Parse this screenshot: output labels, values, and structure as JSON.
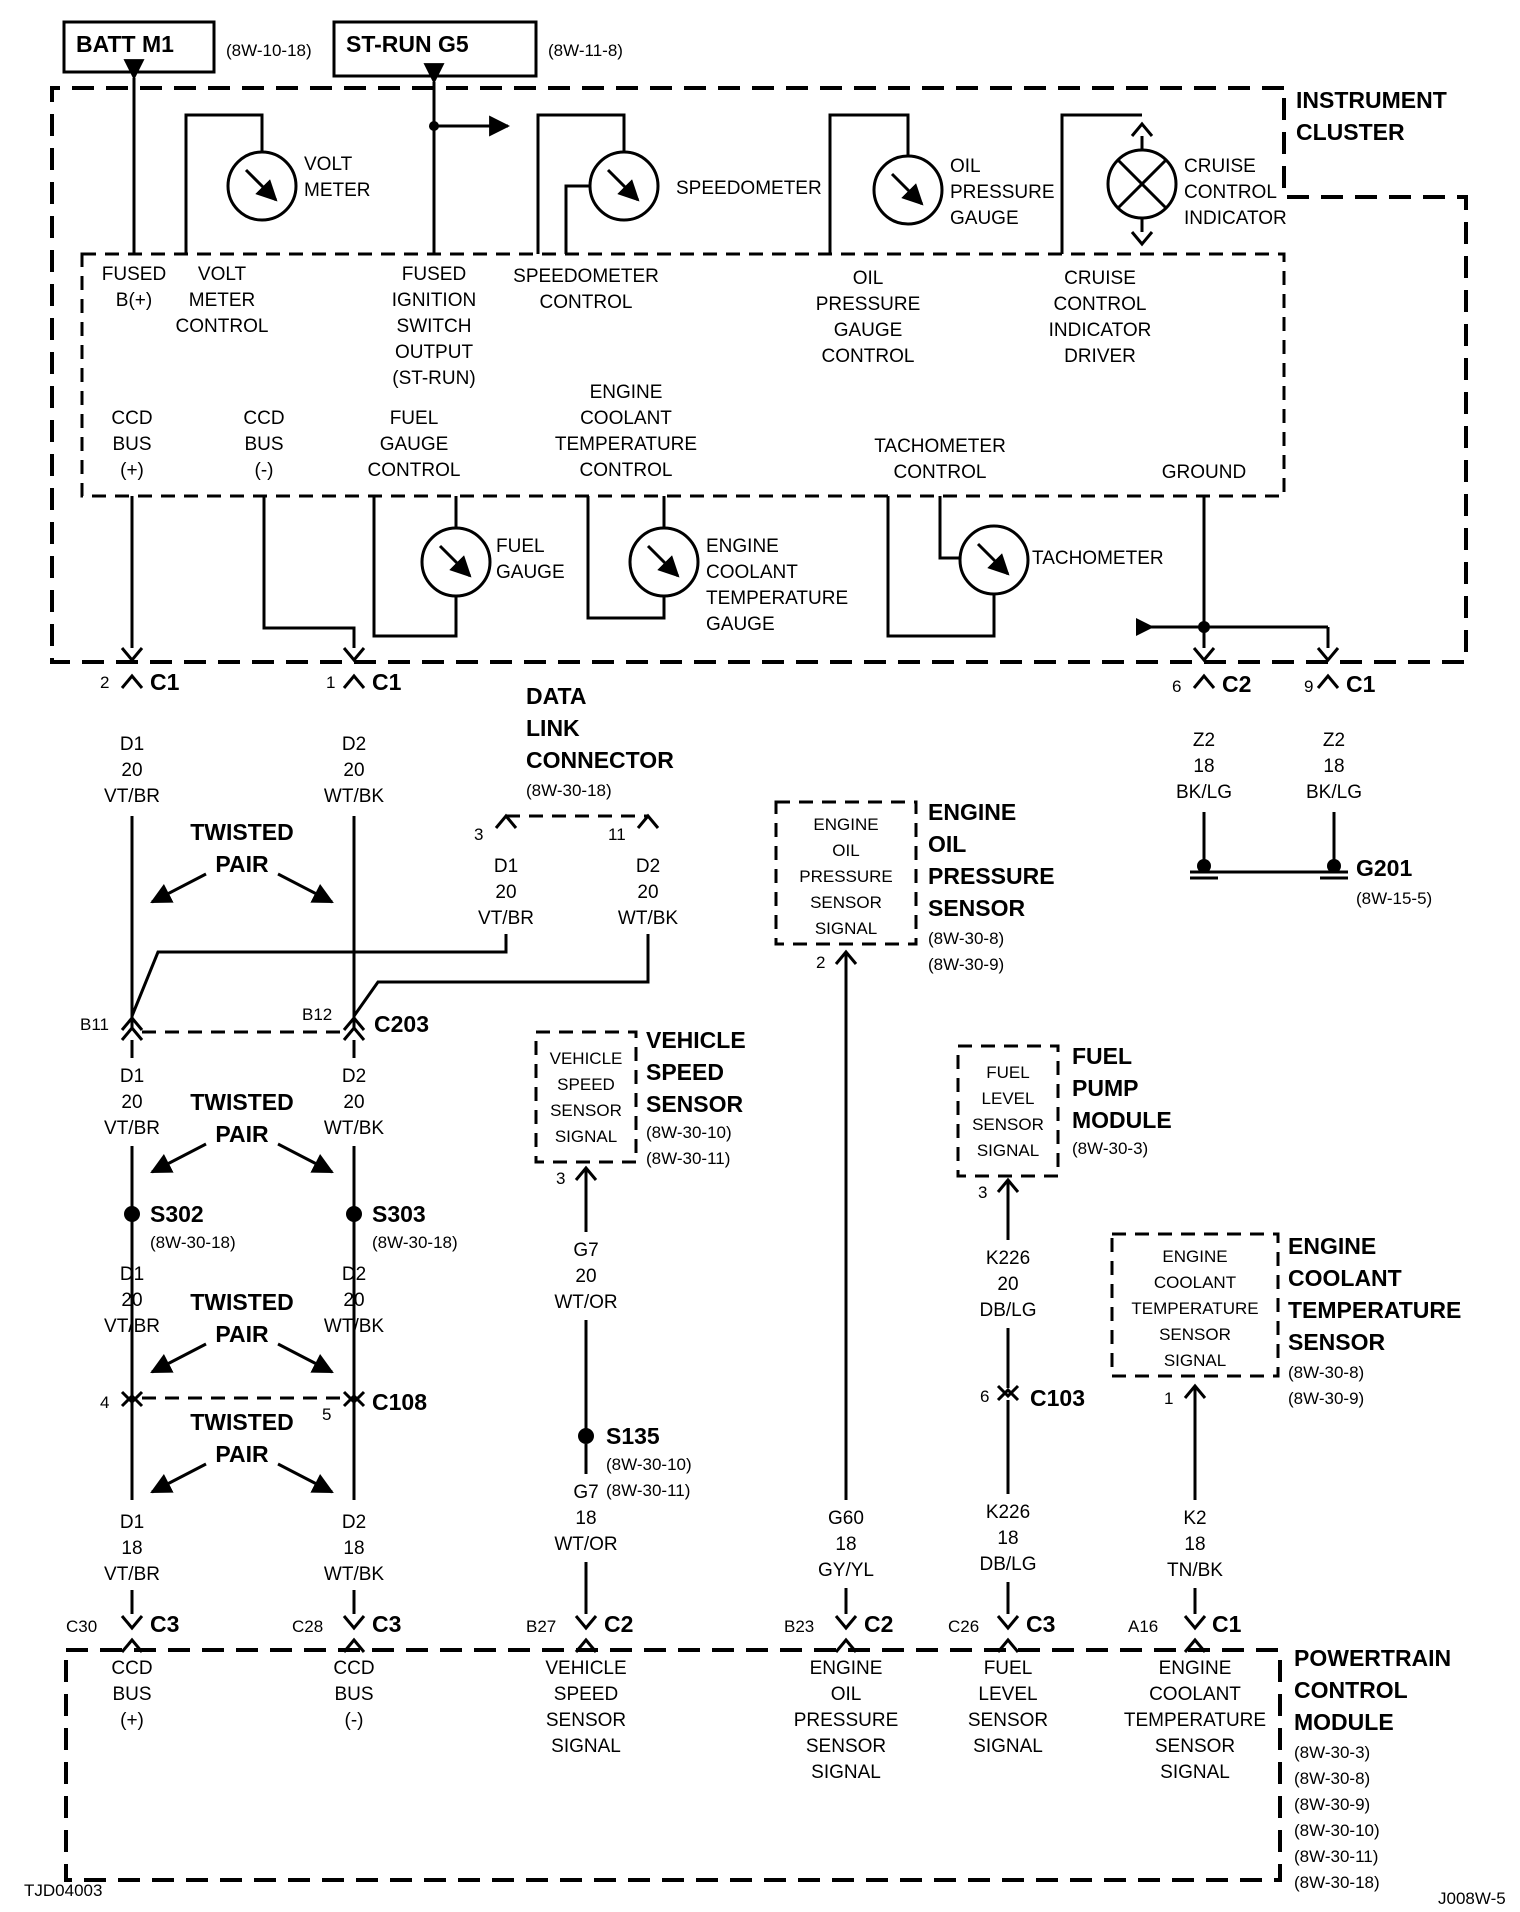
{
  "sources": {
    "batt": {
      "label": "BATT M1",
      "ref": "(8W-10-18)"
    },
    "strun": {
      "label": "ST-RUN G5",
      "ref": "(8W-11-8)"
    }
  },
  "cluster": {
    "title": [
      "INSTRUMENT",
      "CLUSTER"
    ],
    "gauges": {
      "voltmeter": [
        "VOLT",
        "METER"
      ],
      "speedometer": [
        "SPEEDOMETER"
      ],
      "oil": [
        "OIL",
        "PRESSURE",
        "GAUGE"
      ],
      "cruise": [
        "CRUISE",
        "CONTROL",
        "INDICATOR"
      ],
      "fuel": [
        "FUEL",
        "GAUGE"
      ],
      "coolant": [
        "ENGINE",
        "COOLANT",
        "TEMPERATURE",
        "GAUGE"
      ],
      "tach": [
        "TACHOMETER"
      ]
    },
    "controls": {
      "fused_b": [
        "FUSED",
        "B(+)"
      ],
      "volt_ctrl": [
        "VOLT",
        "METER",
        "CONTROL"
      ],
      "fused_ign": [
        "FUSED",
        "IGNITION",
        "SWITCH",
        "OUTPUT",
        "(ST-RUN)"
      ],
      "speedo_ctrl": [
        "SPEEDOMETER",
        "CONTROL"
      ],
      "oil_ctrl": [
        "OIL",
        "PRESSURE",
        "GAUGE",
        "CONTROL"
      ],
      "cruise_drv": [
        "CRUISE",
        "CONTROL",
        "INDICATOR",
        "DRIVER"
      ],
      "ccd_pos": [
        "CCD",
        "BUS",
        "(+)"
      ],
      "ccd_neg": [
        "CCD",
        "BUS",
        "(-)"
      ],
      "fuel_ctrl": [
        "FUEL",
        "GAUGE",
        "CONTROL"
      ],
      "coolant_ctrl": [
        "ENGINE",
        "COOLANT",
        "TEMPERATURE",
        "CONTROL"
      ],
      "tach_ctrl": [
        "TACHOMETER",
        "CONTROL"
      ],
      "ground": [
        "GROUND"
      ]
    }
  },
  "connectors": {
    "c1a": {
      "pin": "2",
      "name": "C1"
    },
    "c1b": {
      "pin": "1",
      "name": "C1"
    },
    "c2g": {
      "pin": "6",
      "name": "C2"
    },
    "c1g": {
      "pin": "9",
      "name": "C1"
    },
    "dlc_pin3": "3",
    "dlc_pin11": "11",
    "c203": {
      "pin_a": "B11",
      "pin_b": "B12",
      "name": "C203"
    },
    "c108": {
      "pin_a": "4",
      "pin_b": "5",
      "name": "C108"
    },
    "c103": {
      "pin": "6",
      "name": "C103"
    },
    "vss_pin": "3",
    "oil_pin": "2",
    "fuel_pin": "3",
    "ect_pin": "1",
    "pcm": [
      {
        "pin": "C30",
        "name": "C3"
      },
      {
        "pin": "C28",
        "name": "C3"
      },
      {
        "pin": "B27",
        "name": "C2"
      },
      {
        "pin": "B23",
        "name": "C2"
      },
      {
        "pin": "C26",
        "name": "C3"
      },
      {
        "pin": "A16",
        "name": "C1"
      }
    ]
  },
  "wires": {
    "d1_top": [
      "D1",
      "20",
      "VT/BR"
    ],
    "d2_top": [
      "D2",
      "20",
      "WT/BK"
    ],
    "z2_a": [
      "Z2",
      "18",
      "BK/LG"
    ],
    "z2_b": [
      "Z2",
      "18",
      "BK/LG"
    ],
    "dlc_d1": [
      "D1",
      "20",
      "VT/BR"
    ],
    "dlc_d2": [
      "D2",
      "20",
      "WT/BK"
    ],
    "d1_mid": [
      "D1",
      "20",
      "VT/BR"
    ],
    "d2_mid": [
      "D2",
      "20",
      "WT/BK"
    ],
    "d1_low": [
      "D1",
      "20",
      "VT/BR"
    ],
    "d2_low": [
      "D2",
      "20",
      "WT/BK"
    ],
    "d1_bot": [
      "D1",
      "18",
      "VT/BR"
    ],
    "d2_bot": [
      "D2",
      "18",
      "WT/BK"
    ],
    "g7_top": [
      "G7",
      "20",
      "WT/OR"
    ],
    "g7_bot": [
      "G7",
      "18",
      "WT/OR"
    ],
    "g60": [
      "G60",
      "18",
      "GY/YL"
    ],
    "k226_top": [
      "K226",
      "20",
      "DB/LG"
    ],
    "k226_bot": [
      "K226",
      "18",
      "DB/LG"
    ],
    "k2": [
      "K2",
      "18",
      "TN/BK"
    ]
  },
  "twisted_pair": [
    "TWISTED",
    "PAIR"
  ],
  "dlc": {
    "title": [
      "DATA",
      "LINK",
      "CONNECTOR"
    ],
    "ref": "(8W-30-18)"
  },
  "splices": {
    "s302": {
      "name": "S302",
      "ref": "(8W-30-18)"
    },
    "s303": {
      "name": "S303",
      "ref": "(8W-30-18)"
    },
    "s135": {
      "name": "S135",
      "refs": [
        "(8W-30-10)",
        "(8W-30-11)"
      ]
    }
  },
  "ground_g201": {
    "name": "G201",
    "ref": "(8W-15-5)"
  },
  "sensors": {
    "oil": {
      "box": [
        "ENGINE",
        "OIL",
        "PRESSURE",
        "SENSOR",
        "SIGNAL"
      ],
      "title": [
        "ENGINE",
        "OIL",
        "PRESSURE",
        "SENSOR"
      ],
      "refs": [
        "(8W-30-8)",
        "(8W-30-9)"
      ]
    },
    "vss": {
      "box": [
        "VEHICLE",
        "SPEED",
        "SENSOR",
        "SIGNAL"
      ],
      "title": [
        "VEHICLE",
        "SPEED",
        "SENSOR"
      ],
      "refs": [
        "(8W-30-10)",
        "(8W-30-11)"
      ]
    },
    "fuel": {
      "box": [
        "FUEL",
        "LEVEL",
        "SENSOR",
        "SIGNAL"
      ],
      "title": [
        "FUEL",
        "PUMP",
        "MODULE"
      ],
      "refs": [
        "(8W-30-3)"
      ]
    },
    "ect": {
      "box": [
        "ENGINE",
        "COOLANT",
        "TEMPERATURE",
        "SENSOR",
        "SIGNAL"
      ],
      "title": [
        "ENGINE",
        "COOLANT",
        "TEMPERATURE",
        "SENSOR"
      ],
      "refs": [
        "(8W-30-8)",
        "(8W-30-9)"
      ]
    }
  },
  "pcm": {
    "title": [
      "POWERTRAIN",
      "CONTROL",
      "MODULE"
    ],
    "refs": [
      "(8W-30-3)",
      "(8W-30-8)",
      "(8W-30-9)",
      "(8W-30-10)",
      "(8W-30-11)",
      "(8W-30-18)"
    ],
    "inputs": [
      [
        "CCD",
        "BUS",
        "(+)"
      ],
      [
        "CCD",
        "BUS",
        "(-)"
      ],
      [
        "VEHICLE",
        "SPEED",
        "SENSOR",
        "SIGNAL"
      ],
      [
        "ENGINE",
        "OIL",
        "PRESSURE",
        "SENSOR",
        "SIGNAL"
      ],
      [
        "FUEL",
        "LEVEL",
        "SENSOR",
        "SIGNAL"
      ],
      [
        "ENGINE",
        "COOLANT",
        "TEMPERATURE",
        "SENSOR",
        "SIGNAL"
      ]
    ]
  },
  "footer": {
    "left": "TJD04003",
    "right": "J008W-5"
  }
}
